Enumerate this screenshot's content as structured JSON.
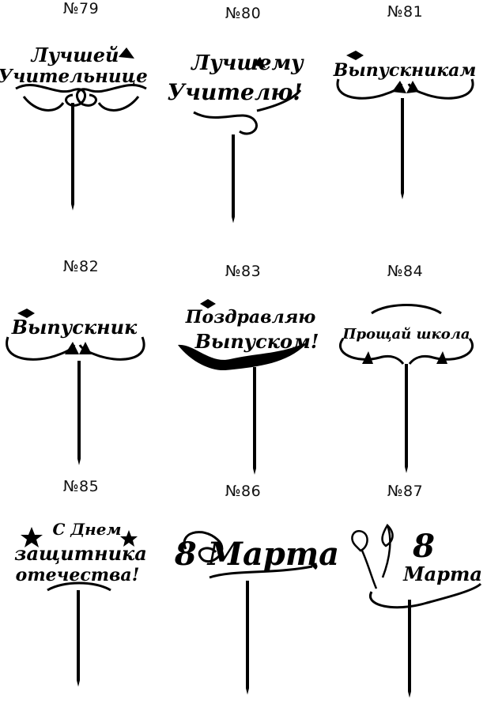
{
  "toppers": [
    {
      "number": "№79",
      "text": [
        "Лучшей",
        "Учительнице"
      ]
    },
    {
      "number": "№80",
      "text": [
        "Лучшему",
        "Учителю!"
      ]
    },
    {
      "number": "№81",
      "text": [
        "Выпускникам"
      ]
    },
    {
      "number": "№82",
      "text": [
        "Выпускник"
      ]
    },
    {
      "number": "№83",
      "text": [
        "Поздравляю",
        "Выпуском!"
      ]
    },
    {
      "number": "№84",
      "text": [
        "Прощай школа"
      ]
    },
    {
      "number": "№85",
      "text": [
        "С Днем",
        "защитника",
        "отечества!"
      ]
    },
    {
      "number": "№86",
      "text": [
        "8 Марта"
      ]
    },
    {
      "number": "№87",
      "text": [
        "8",
        "Марта"
      ]
    }
  ],
  "colors": {
    "ink": "#000000",
    "background": "#ffffff"
  }
}
